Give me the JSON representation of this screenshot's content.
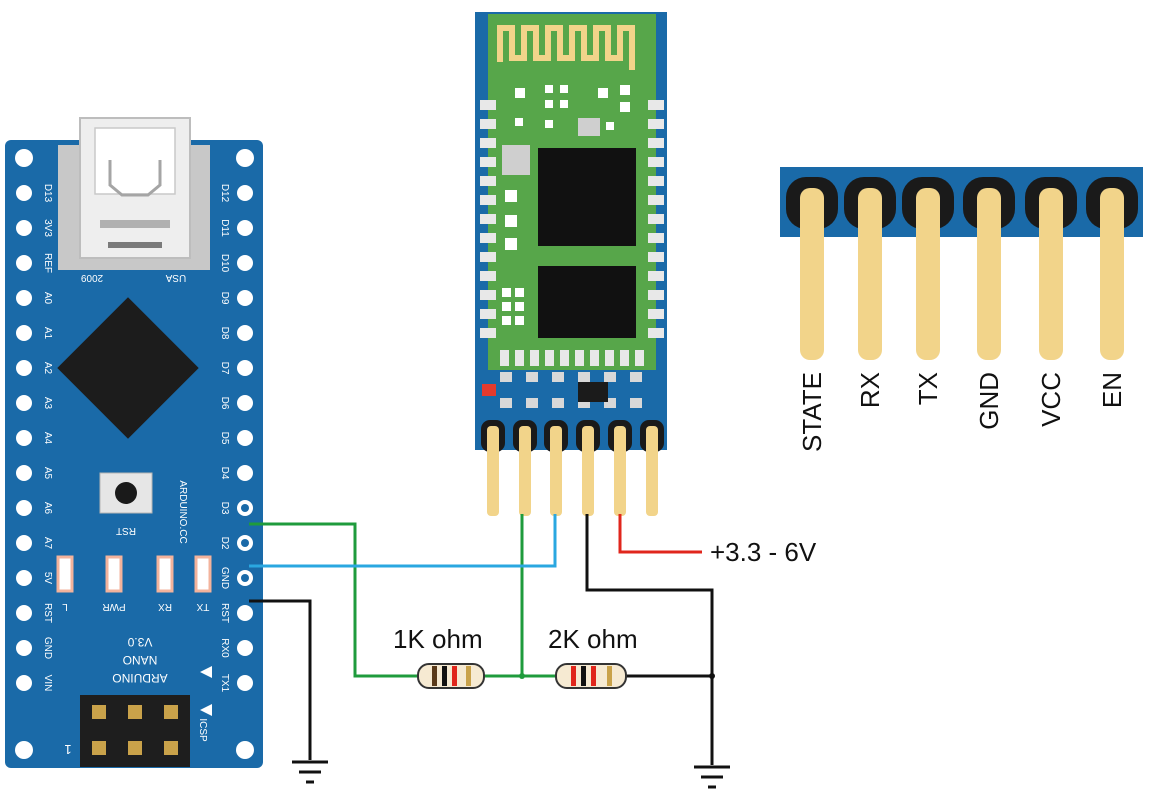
{
  "arduino": {
    "left_pins": [
      "D13",
      "3V3",
      "REF",
      "A0",
      "A1",
      "A2",
      "A3",
      "A4",
      "A5",
      "A6",
      "A7",
      "5V",
      "RST",
      "GND",
      "VIN"
    ],
    "right_pins": [
      "D12",
      "D11",
      "D10",
      "D9",
      "D8",
      "D7",
      "D6",
      "D5",
      "D4",
      "D3",
      "D2",
      "GND",
      "RST",
      "RX0",
      "TX1"
    ],
    "usb_text": "USA",
    "year_text": "2009",
    "model_line1": "ARDUINO",
    "model_line2": "NANO",
    "model_line3": "V3.0",
    "reset_label": "RST",
    "brand_text": "ARDUINO.CC",
    "led_labels": [
      "L",
      "PWR",
      "RX",
      "TX"
    ],
    "icsp_label": "ICSP",
    "icsp_pin_one": "1"
  },
  "hc05": {
    "pin_labels": [
      "STATE",
      "RX",
      "TX",
      "GND",
      "VCC",
      "EN"
    ]
  },
  "annotations": {
    "supply_voltage": "+3.3 - 6V",
    "resistor_1": "1K ohm",
    "resistor_2": "2K ohm"
  },
  "colors": {
    "board_blue": "#1a6aa8",
    "module_green": "#57a64a",
    "pin_gold": "#f2d48a",
    "wire_green": "#1f9b3c",
    "wire_blue": "#2aa7e0",
    "wire_red": "#e0261c",
    "wire_black": "#111111"
  }
}
